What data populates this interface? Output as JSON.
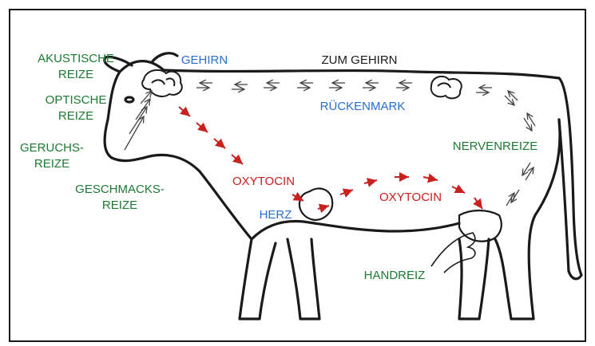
{
  "colors": {
    "green": "#1e7a33",
    "blue": "#2a6fd0",
    "red": "#c8211f",
    "outline": "#1a1a1a",
    "nerve_arrows": "#444444"
  },
  "labels": {
    "akustische_1": "AKUSTISCHE",
    "akustische_2": "REIZE",
    "optische_1": "OPTISCHE",
    "optische_2": "REIZE",
    "geruchs_1": "GERUCHS-",
    "geruchs_2": "REIZE",
    "geschmacks_1": "GESCHMACKS-",
    "geschmacks_2": "REIZE",
    "gehirn": "GEHIRN",
    "zum_gehirn": "ZUM GEHIRN",
    "rueckenmark": "RÜCKENMARK",
    "nervenreize": "NERVENREIZE",
    "oxytocin_1": "OXYTOCIN",
    "oxytocin_2": "OXYTOCIN",
    "herz": "HERZ",
    "handreiz": "HANDREIZ"
  }
}
